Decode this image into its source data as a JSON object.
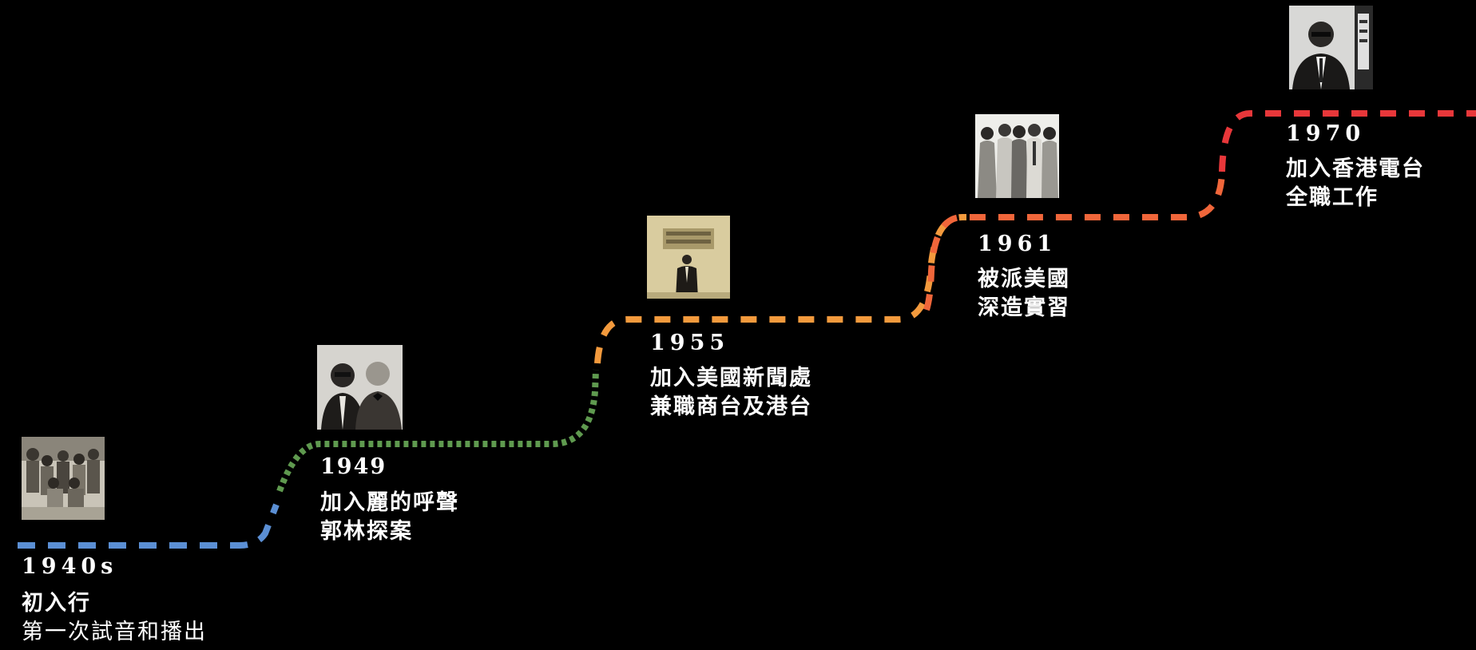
{
  "colors": {
    "background": "#000000",
    "seg_1940s": "#5b8fd4",
    "seg_1949": "#5f9a4f",
    "seg_1955": "#f39a3d",
    "seg_1961": "#f0663a",
    "seg_1970": "#e8373a"
  },
  "milestones": [
    {
      "year": "1940s",
      "line1": "初入行",
      "line2": "第一次試音和播出",
      "photo_icon": "cantonese-opera-group-photo-icon"
    },
    {
      "year": "1949",
      "line1": "加入麗的呼聲",
      "line2": "郭林探案",
      "photo_icon": "two-men-portrait-photo-icon"
    },
    {
      "year": "1955",
      "line1": "加入美國新聞處",
      "line2": "兼職商台及港台",
      "photo_icon": "man-under-sign-photo-icon"
    },
    {
      "year": "1961",
      "line1": "被派美國",
      "line2": "深造實習",
      "photo_icon": "group-in-usa-photo-icon"
    },
    {
      "year": "1970",
      "line1": "加入香港電台",
      "line2": "全職工作",
      "photo_icon": "man-with-microphone-photo-icon"
    }
  ]
}
